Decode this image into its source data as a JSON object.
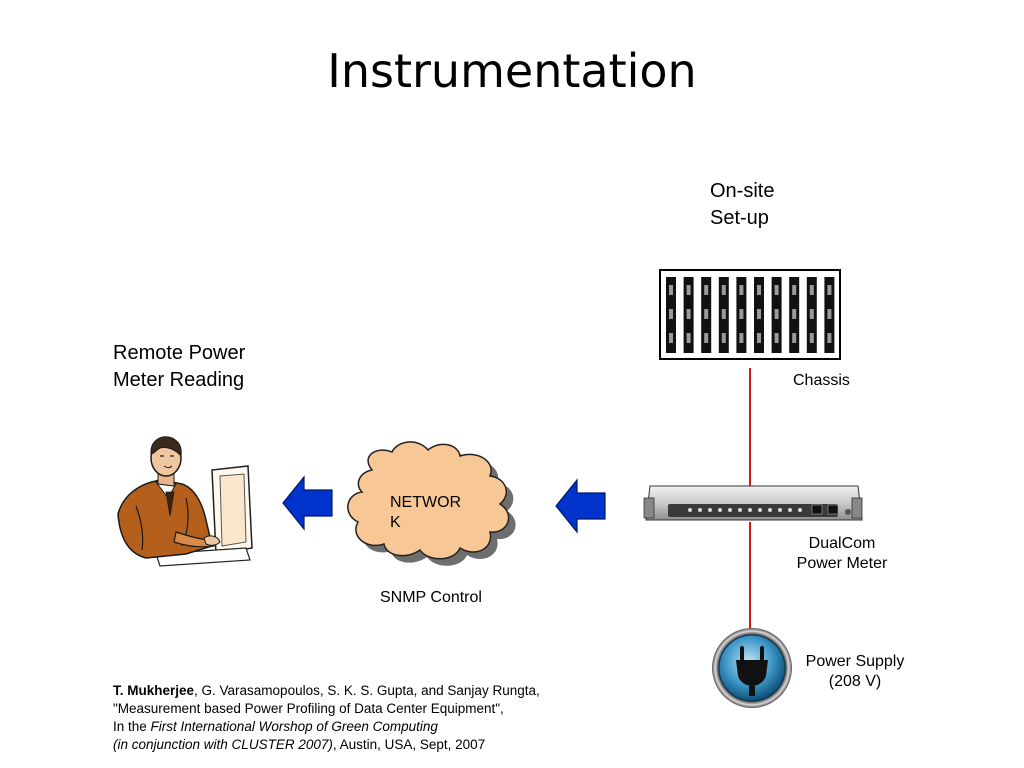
{
  "slide": {
    "title": "Instrumentation"
  },
  "labels": {
    "onsite": [
      "On-site",
      "Set-up"
    ],
    "remote": [
      "Remote Power",
      "Meter Reading"
    ],
    "chassis": "Chassis",
    "network": [
      "NETWOR",
      "K"
    ],
    "snmp": "SNMP Control",
    "dualcom": [
      "DualCom",
      "Power Meter"
    ],
    "power_supply": [
      "Power Supply",
      "(208 V)"
    ]
  },
  "citation": {
    "author_bold": "T. Mukherjee",
    "authors_rest": ", G. Varasamopoulos, S. K. S. Gupta, and Sanjay Rungta,",
    "paper_title": "\"Measurement based Power Profiling of Data Center Equipment\",",
    "in_the": "In the ",
    "venue": "First International Worshop of Green Computing",
    "conjunction": "(in conjunction with CLUSTER 2007)",
    "location": ", Austin, USA, Sept, 2007"
  },
  "colors": {
    "arrow_fill": "#0033cc",
    "cloud_fill": "#f7c896",
    "wire": "#d41a1a",
    "chassis_stroke": "#000000"
  },
  "icons": {
    "person": "person-at-computer-icon",
    "plug": "power-plug-icon"
  }
}
